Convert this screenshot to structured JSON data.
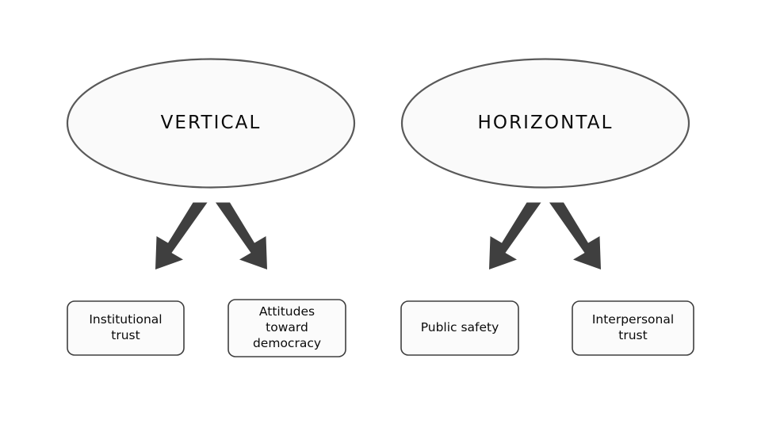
{
  "diagram": {
    "type": "concept-hierarchy",
    "background_color": "#ffffff",
    "shape_fill": "#fafafa",
    "shape_stroke": "#595959",
    "box_stroke": "#3f3f3f",
    "arrow_color": "#3f3f3f",
    "text_color": "#0a0a0a",
    "groups": [
      {
        "id": "vertical",
        "title": "VERTICAL",
        "children": [
          {
            "id": "institutional-trust",
            "label": "Institutional\ntrust"
          },
          {
            "id": "attitudes-toward-democracy",
            "label": "Attitudes\ntoward\ndemocracy"
          }
        ]
      },
      {
        "id": "horizontal",
        "title": "HORIZONTAL",
        "children": [
          {
            "id": "public-safety",
            "label": "Public safety"
          },
          {
            "id": "interpersonal-trust",
            "label": "Interpersonal\ntrust"
          }
        ]
      }
    ]
  }
}
